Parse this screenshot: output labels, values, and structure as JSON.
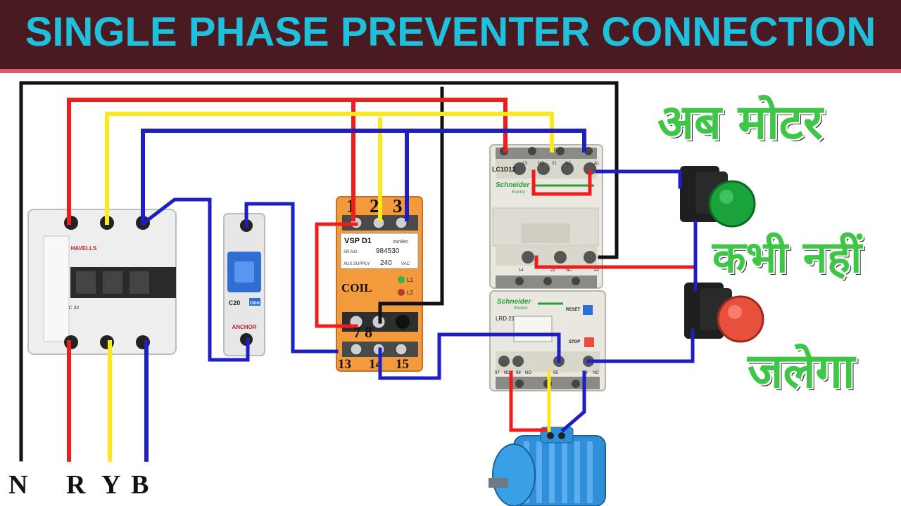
{
  "title": "SINGLE PHASE PREVENTER CONNECTION",
  "colors": {
    "banner_bg": "#4a1a22",
    "banner_border": "#e0566a",
    "title": "#1fc0dc",
    "hindi_text": "#3fc648",
    "wire_neutral": "#111111",
    "wire_r": "#ee1c1c",
    "wire_y": "#ffe81a",
    "wire_b": "#1d1fc4",
    "preventer_body": "#f39a3c",
    "button_on": "#1aa33a",
    "button_off": "#e8503e",
    "motor": "#2f8fd8"
  },
  "hindi_caption": {
    "line1": "अब मोटर",
    "line2": "कभी नहीं",
    "line3": "जलेगा"
  },
  "line_labels": {
    "n": "N",
    "r": "R",
    "y": "Y",
    "b": "B"
  },
  "mcb": {
    "brand": "HAVELLS",
    "rating": "C 32"
  },
  "single_mcb": {
    "rating": "C20",
    "brand": "ANCHOR",
    "logo": "Uno"
  },
  "preventer": {
    "model": "VSP D1",
    "maker": "minilec",
    "sr_label": "SR.NO.",
    "sr_value": "984530",
    "aux_label": "AUX.SUPPLY",
    "aux_value": "240",
    "aux_unit": "VAC",
    "coil_label": "COIL",
    "led1": "L1",
    "led2": "L2",
    "terminals_top": [
      "1",
      "2",
      "3"
    ],
    "terminals_mid": [
      "7",
      "8"
    ],
    "terminals_bottom": [
      "13",
      "14",
      "15"
    ]
  },
  "contactor": {
    "brand": "Schneider",
    "sub": "Electric",
    "model": "LC1D12",
    "top_terms": [
      "13",
      "NO",
      "21",
      "NC",
      "A1"
    ],
    "bottom_terms": [
      "14",
      "22",
      "NC",
      "A2"
    ]
  },
  "overload": {
    "brand": "Schneider",
    "sub": "Electric",
    "model": "LRD 21",
    "reset_label": "RESET",
    "stop_label": "STOP",
    "bottom_terms": [
      "97",
      "NO",
      "98",
      "NO",
      "95",
      "96",
      "NC"
    ]
  },
  "icons": {
    "start_button": "green-push-button-icon",
    "stop_button": "red-push-button-icon",
    "motor": "motor-icon"
  }
}
